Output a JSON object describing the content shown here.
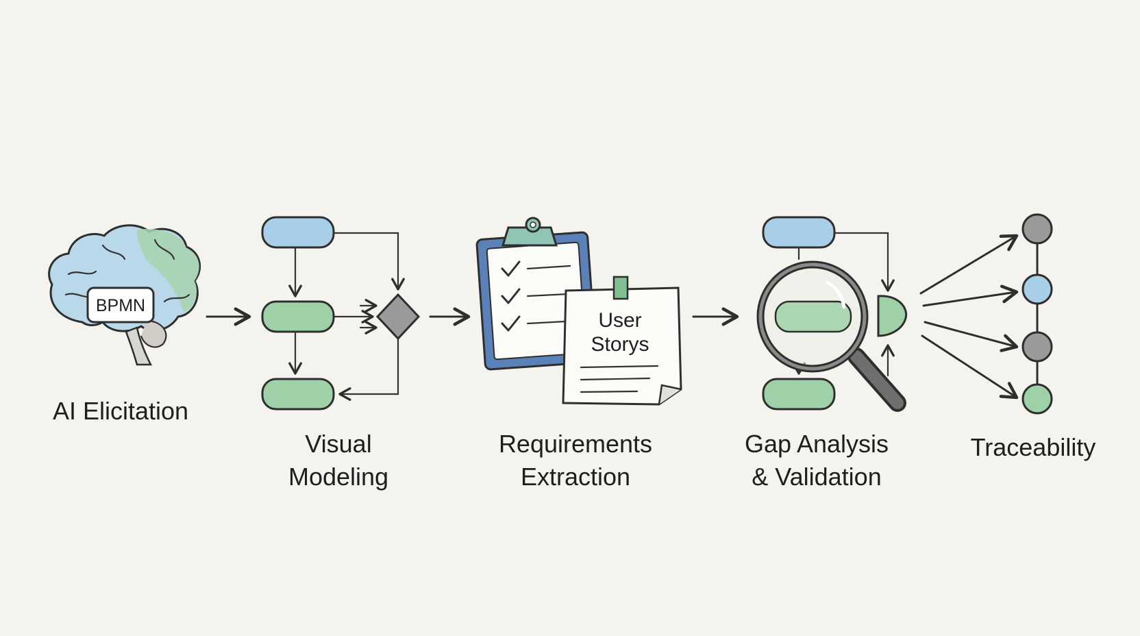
{
  "colors": {
    "background": "#f4f3ee",
    "blue": "#a9cfe8",
    "green": "#9fd1a8",
    "gray": "#9a9a9a",
    "teal": "#8ec5b4",
    "ink": "#2e2e2e"
  },
  "stages": [
    {
      "label_lines": [
        "AI Elicitation"
      ],
      "icon": "brain-icon",
      "badge": "BPMN"
    },
    {
      "label_lines": [
        "Visual",
        "Modeling"
      ],
      "icon": "flowchart-icon"
    },
    {
      "label_lines": [
        "Requirements",
        "Extraction"
      ],
      "icon": "clipboard-checklist-icon",
      "note_lines": [
        "User",
        "Storys"
      ]
    },
    {
      "label_lines": [
        "Gap Analysis",
        "& Validation"
      ],
      "icon": "magnifying-glass-icon"
    },
    {
      "label_lines": [
        "Traceability"
      ],
      "icon": "trace-chain-icon"
    }
  ]
}
